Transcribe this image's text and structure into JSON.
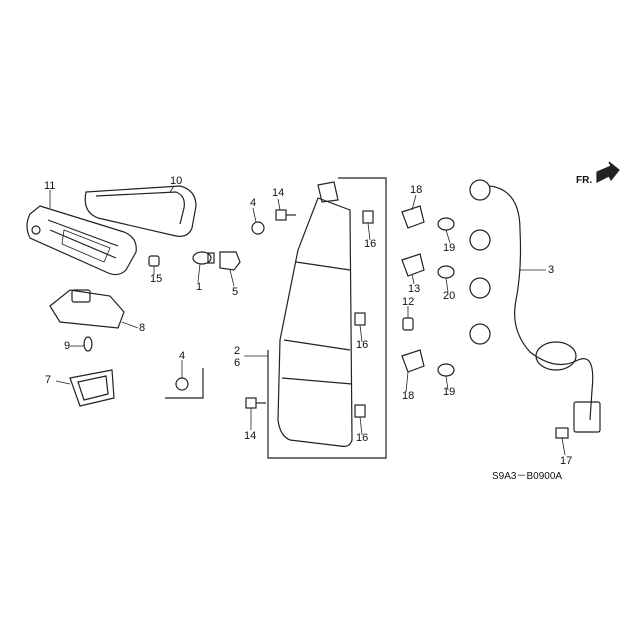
{
  "diagram": {
    "code": "S9A3－B0900A",
    "direction_label": "FR.",
    "callouts": {
      "n11": "11",
      "n10": "10",
      "n15": "15",
      "n1": "1",
      "n5": "5",
      "n8": "8",
      "n9": "9",
      "n7": "7",
      "n4a": "4",
      "n4b": "4",
      "n14a": "14",
      "n14b": "14",
      "n2": "2",
      "n6": "6",
      "n16a": "16",
      "n16b": "16",
      "n16c": "16",
      "n18a": "18",
      "n19a": "19",
      "n13": "13",
      "n20": "20",
      "n12": "12",
      "n18b": "18",
      "n19b": "19",
      "n3": "3",
      "n17": "17"
    }
  }
}
